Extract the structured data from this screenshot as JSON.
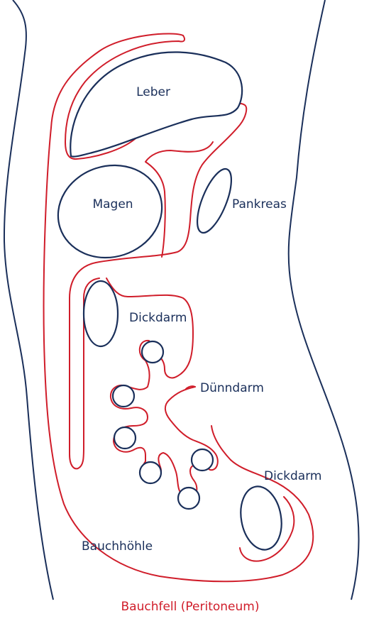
{
  "labels": {
    "leber": "Leber",
    "magen": "Magen",
    "pankreas": "Pankreas",
    "dickdarm_upper": "Dickdarm",
    "duenndarm": "Dünndarm",
    "dickdarm_lower": "Dickdarm",
    "bauchhoehle": "Bauchhöhle",
    "bauchfell": "Bauchfell (Peritoneum)"
  },
  "colors": {
    "organ_outline": "#1a2f5a",
    "peritoneum": "#d01d2a",
    "background": "#ffffff"
  }
}
